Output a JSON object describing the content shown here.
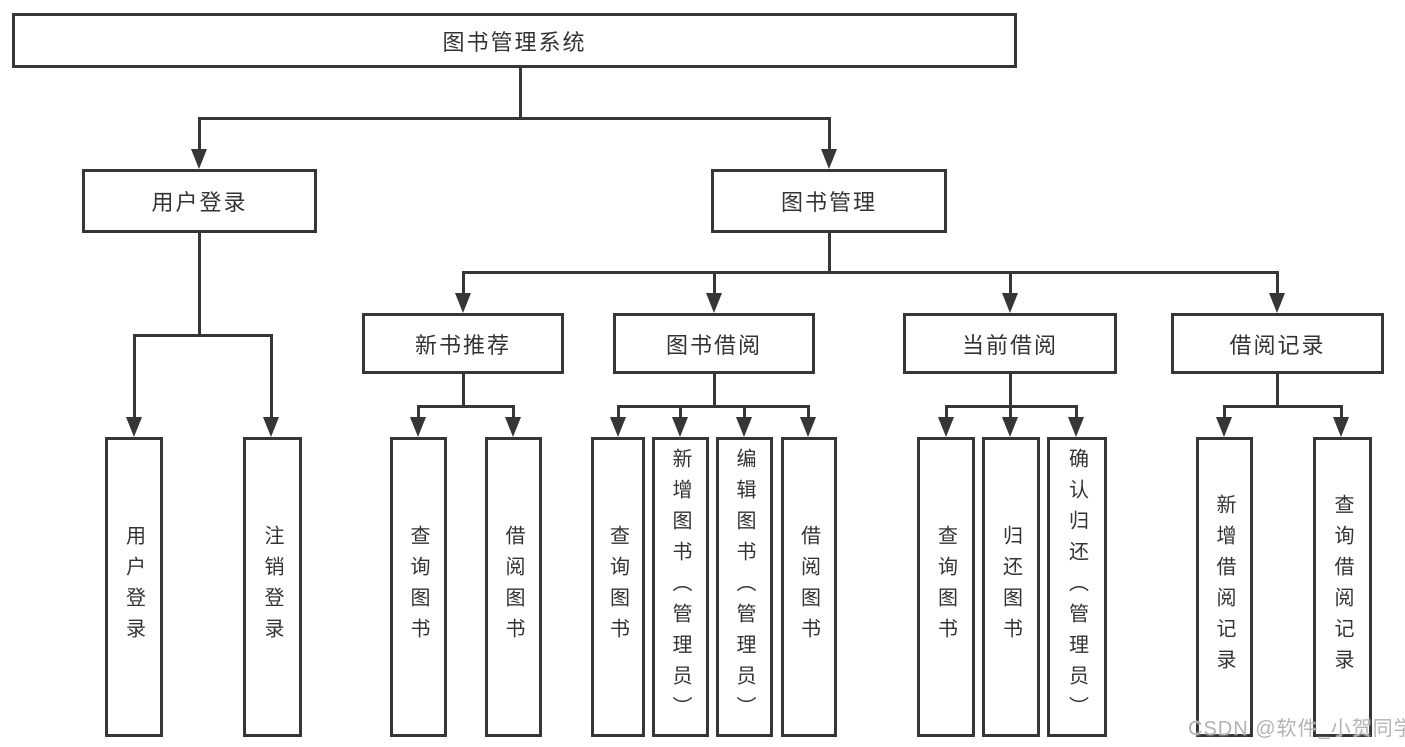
{
  "title": "图书管理系统",
  "branches": {
    "user": {
      "label": "用户登录",
      "children": [
        "用户登录",
        "注销登录"
      ]
    },
    "book": {
      "label": "图书管理",
      "sections": [
        {
          "label": "新书推荐",
          "children": [
            "查询图书",
            "借阅图书"
          ]
        },
        {
          "label": "图书借阅",
          "children": [
            "查询图书",
            "新增图书（管理员）",
            "编辑图书（管理员）",
            "借阅图书"
          ]
        },
        {
          "label": "当前借阅",
          "children": [
            "查询图书",
            "归还图书",
            "确认归还（管理员）"
          ]
        },
        {
          "label": "借阅记录",
          "children": [
            "新增借阅记录",
            "查询借阅记录"
          ]
        }
      ]
    }
  },
  "watermark": "CSDN @软件_小贺同学",
  "colors": {
    "line": "#363636",
    "text": "#333333",
    "box_background": "#ffffff",
    "watermark": "#b3b3b3"
  }
}
